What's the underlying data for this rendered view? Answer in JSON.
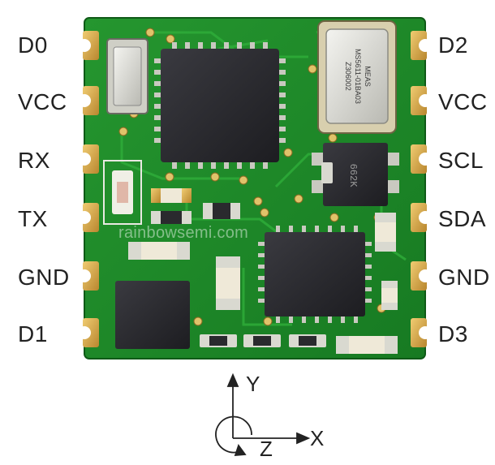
{
  "pins": {
    "left": [
      "D0",
      "VCC",
      "RX",
      "TX",
      "GND",
      "D1"
    ],
    "right": [
      "D2",
      "VCC",
      "SCL",
      "SDA",
      "GND",
      "D3"
    ]
  },
  "chips": {
    "crystal_marking": [
      "MEAS",
      "MS5611-01BA03",
      "Z306002"
    ],
    "regulator_marking": "662K"
  },
  "watermark": "rainbowsemi.com",
  "axes": {
    "x": "X",
    "y": "Y",
    "z": "Z"
  },
  "colors": {
    "pcb": "#1f8a2a",
    "pcb_dark": "#166a1f",
    "gold": "#d6a64a",
    "ic": "#2a2a2e",
    "silk": "#e9e9e2"
  }
}
